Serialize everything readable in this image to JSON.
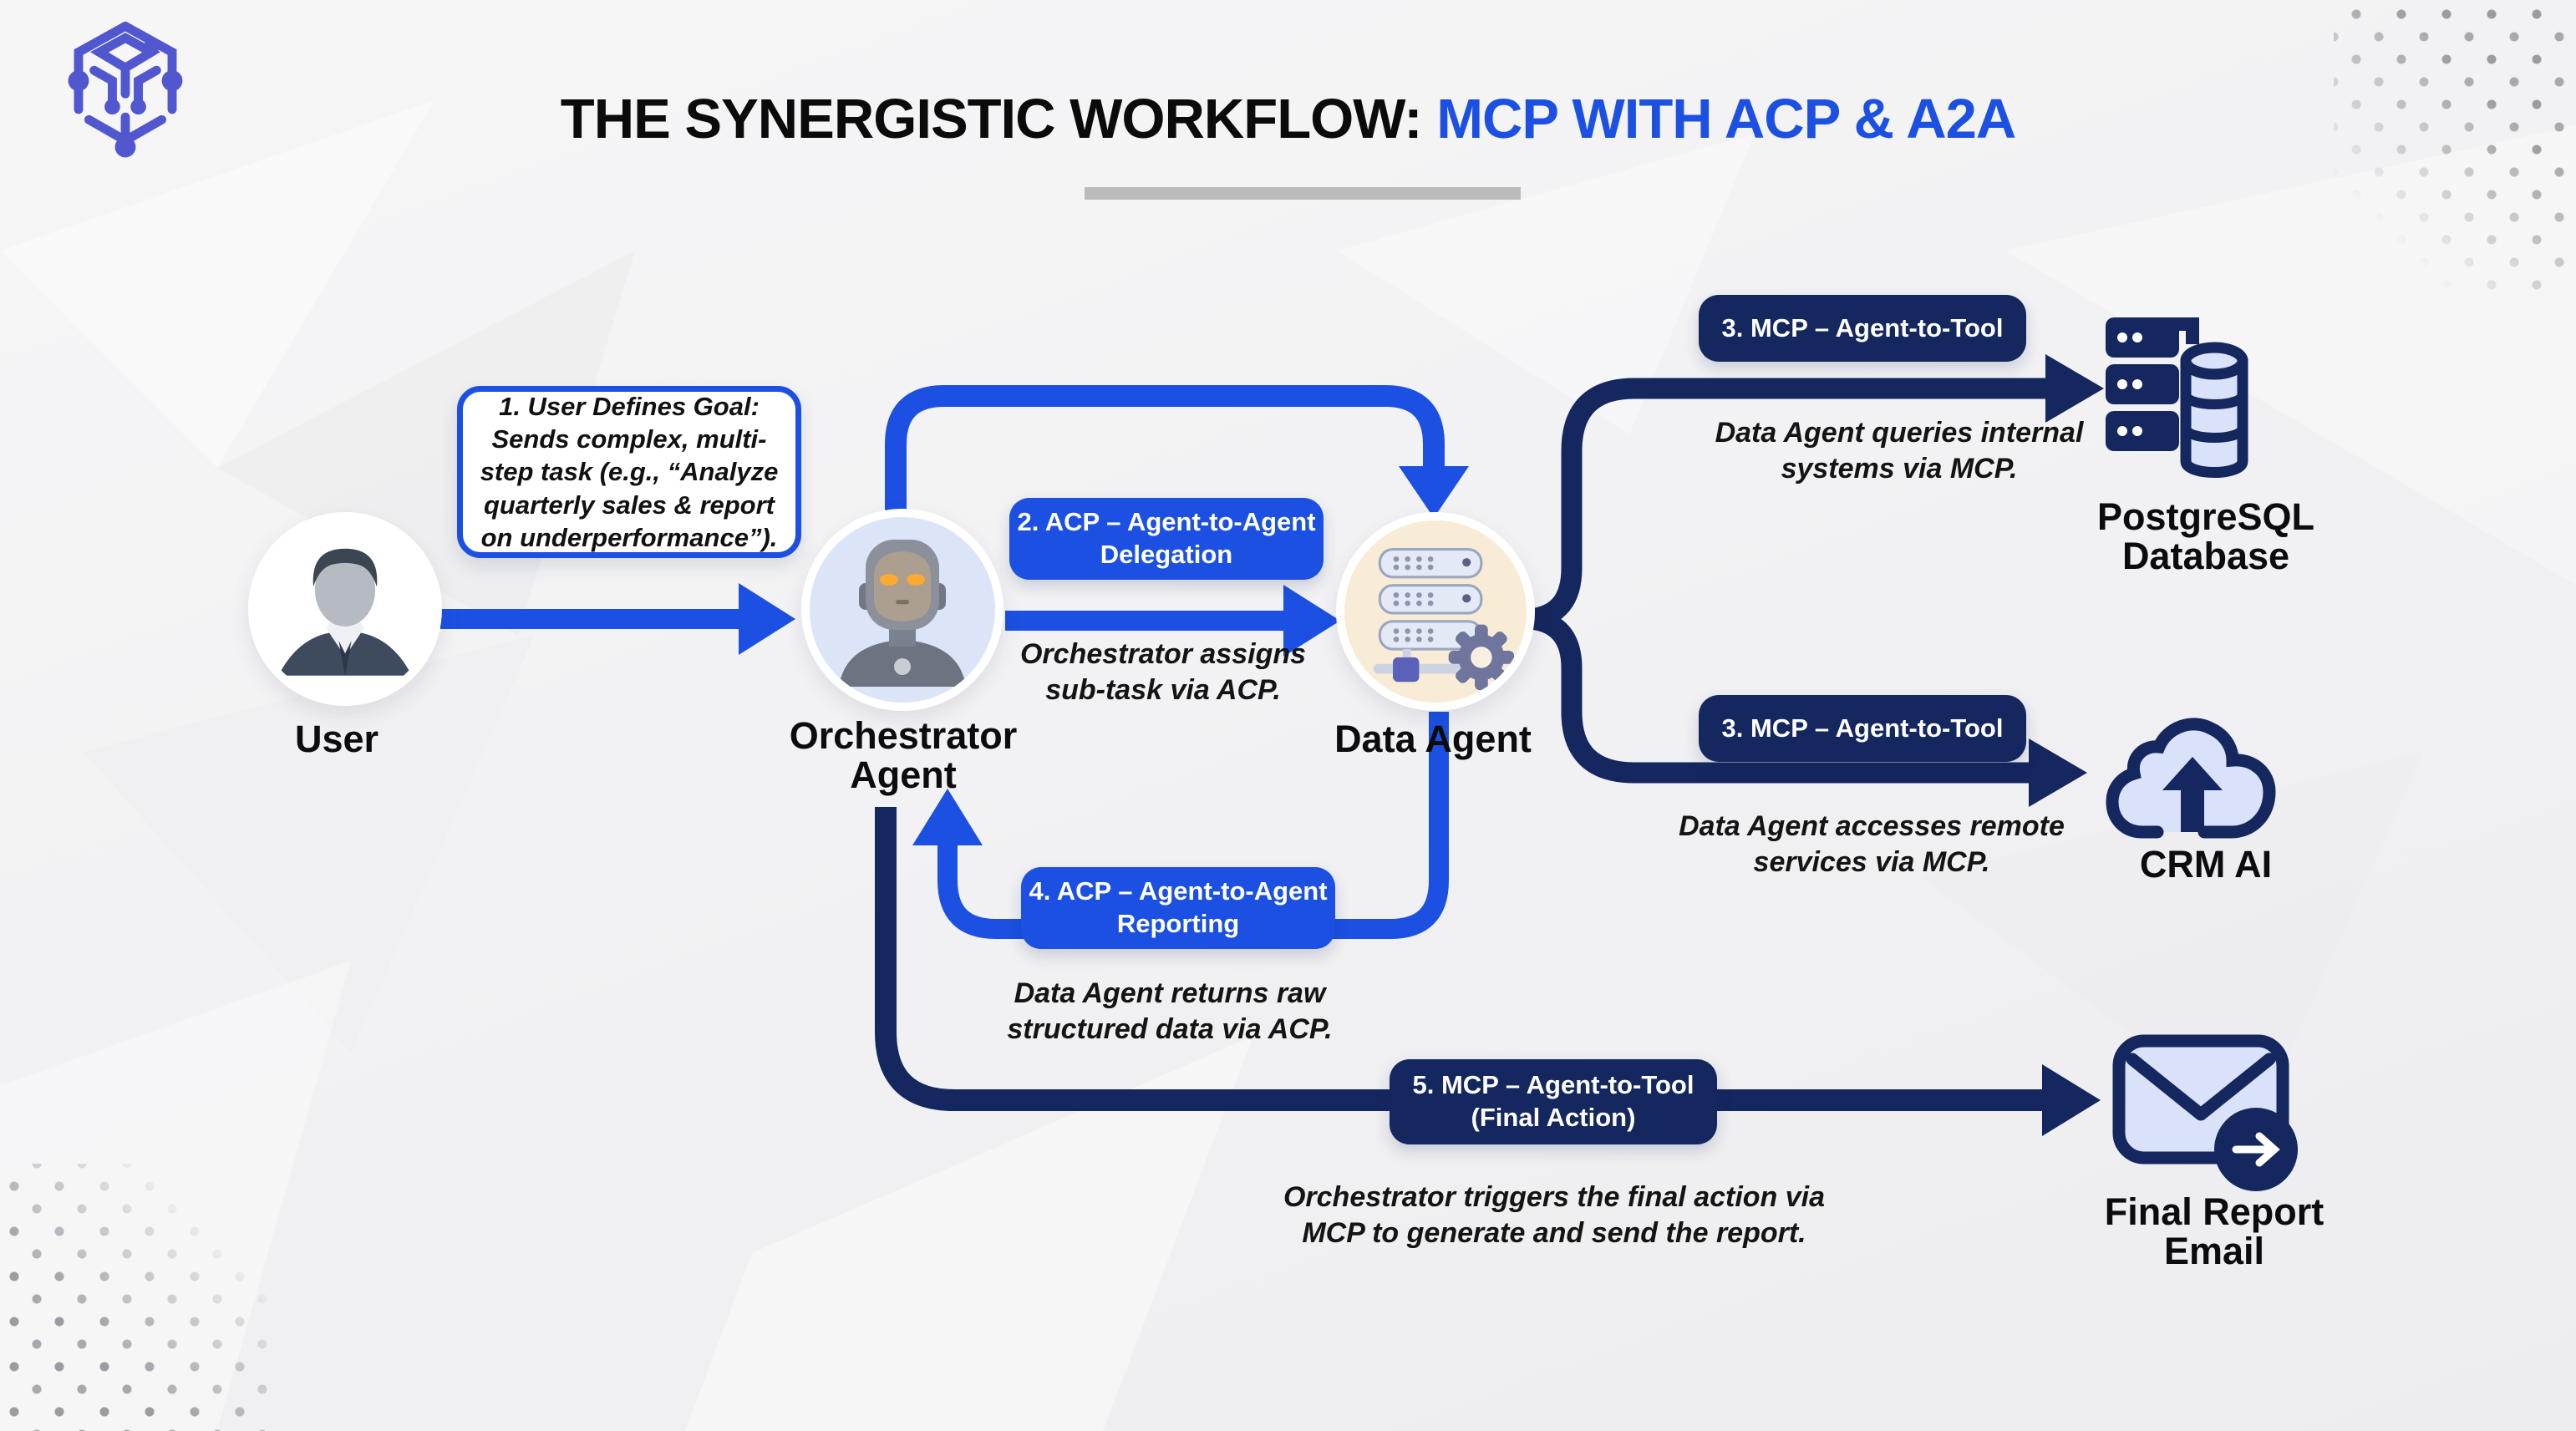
{
  "title": {
    "black": "THE SYNERGISTIC WORKFLOW: ",
    "accent": "MCP WITH ACP & A2A"
  },
  "colors": {
    "accent_blue": "#1b50e2",
    "navy": "#14275e",
    "lavender_fill": "#d9e2f9",
    "orchestrator_circle": "#dce4f8",
    "data_agent_circle": "#f9ecd6",
    "underline_gray": "#bcbcbd"
  },
  "icons": {
    "logo": "circuit-cube-logo",
    "user": "user-avatar-icon",
    "orchestrator": "robot-head-icon",
    "data_agent": "server-stack-gear-icon",
    "postgresql": "server-database-cylinder-icon",
    "crm": "cloud-upload-icon",
    "email": "envelope-send-icon"
  },
  "nodes": {
    "user": {
      "label": "User"
    },
    "orchestrator": {
      "label_line1": "Orchestrator",
      "label_line2": "Agent"
    },
    "data_agent": {
      "label": "Data Agent"
    },
    "postgresql": {
      "label_line1": "PostgreSQL",
      "label_line2": "Database"
    },
    "crm": {
      "label": "CRM AI"
    },
    "email": {
      "label_line1": "Final Report",
      "label_line2": "Email"
    }
  },
  "steps": {
    "step1": {
      "text": "1. User Defines Goal: Sends complex, multi-step task (e.g., “Analyze quarterly sales & report on underperformance”)."
    },
    "step2": {
      "badge_line1": "2. ACP – Agent-to-Agent",
      "badge_line2": "Delegation",
      "caption": "Orchestrator assigns sub-task via ACP."
    },
    "step3_top": {
      "badge": "3. MCP – Agent-to-Tool",
      "caption": "Data Agent queries internal systems via MCP."
    },
    "step3_bottom": {
      "badge": "3. MCP – Agent-to-Tool",
      "caption": "Data Agent accesses remote services via MCP."
    },
    "step4": {
      "badge_line1": "4. ACP – Agent-to-Agent",
      "badge_line2": "Reporting",
      "caption": "Data Agent returns raw structured data via ACP."
    },
    "step5": {
      "badge_line1": "5. MCP – Agent-to-Tool",
      "badge_line2": "(Final Action)",
      "caption": "Orchestrator triggers the final action via MCP to generate and send the report."
    }
  }
}
